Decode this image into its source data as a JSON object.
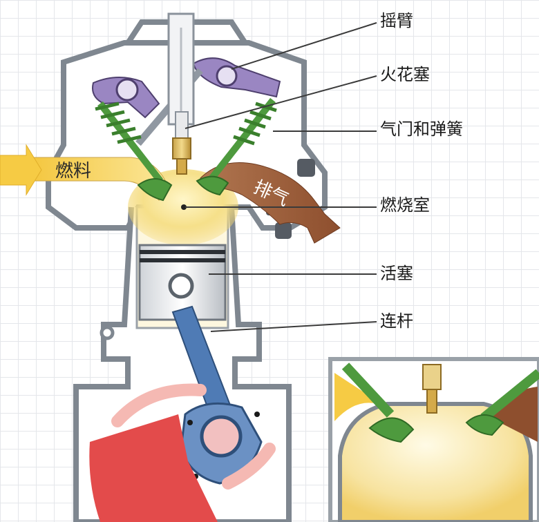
{
  "labels": {
    "rocker_arm": "摇臂",
    "spark_plug": "火花塞",
    "valve_spring": "气门和弹簧",
    "combustion_chamber": "燃烧室",
    "piston": "活塞",
    "connecting_rod": "连杆",
    "fuel": "燃料",
    "exhaust": "排气"
  },
  "colors": {
    "engine_outline": "#7f8790",
    "engine_fill": "#ffffff",
    "fuel_arrow": "#f2c94a",
    "exhaust_arrow": "#9a5a3a",
    "valve": "#4e9a3e",
    "rocker": "#9a86c2",
    "connecting_rod": "#4f7bb5",
    "crank": "#e34b4b",
    "combustion_glow": "#f5dc7a"
  }
}
